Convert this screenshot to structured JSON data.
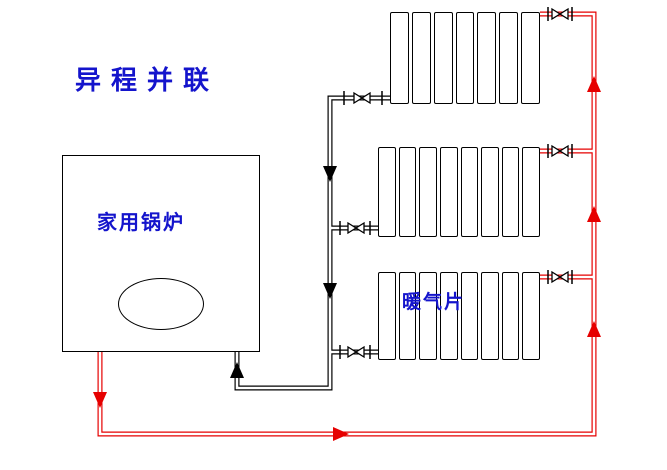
{
  "title": "异程并联",
  "boiler": {
    "label": "家用锅炉"
  },
  "radiators": {
    "label": "暖气片",
    "count": 3,
    "fins": [
      7,
      8,
      8
    ]
  },
  "colors": {
    "pipe_red": "#e60000",
    "pipe_black": "#000000",
    "label_blue": "#1414cc",
    "background": "#ffffff"
  }
}
